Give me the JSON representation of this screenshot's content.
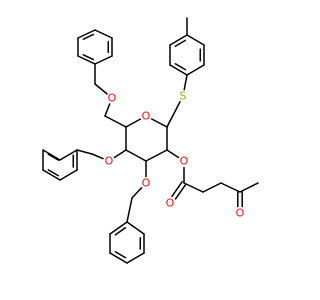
{
  "molecule": {
    "atoms": [
      {
        "id": "O_ring",
        "symbol": "O",
        "color": "#ff0d0d"
      },
      {
        "id": "S_thio",
        "symbol": "S",
        "color": "#b8a000"
      },
      {
        "id": "O_bnCH2",
        "symbol": "O",
        "color": "#ff0d0d"
      },
      {
        "id": "O_bn4",
        "symbol": "O",
        "color": "#ff0d0d"
      },
      {
        "id": "O_bn3",
        "symbol": "O",
        "color": "#ff0d0d"
      },
      {
        "id": "O_ester",
        "symbol": "O",
        "color": "#ff0d0d"
      },
      {
        "id": "O_carbonyl",
        "symbol": "O",
        "color": "#ff0d0d"
      },
      {
        "id": "O_ketone",
        "symbol": "O",
        "color": "#ff0d0d"
      }
    ],
    "bond_color": "#000000"
  }
}
